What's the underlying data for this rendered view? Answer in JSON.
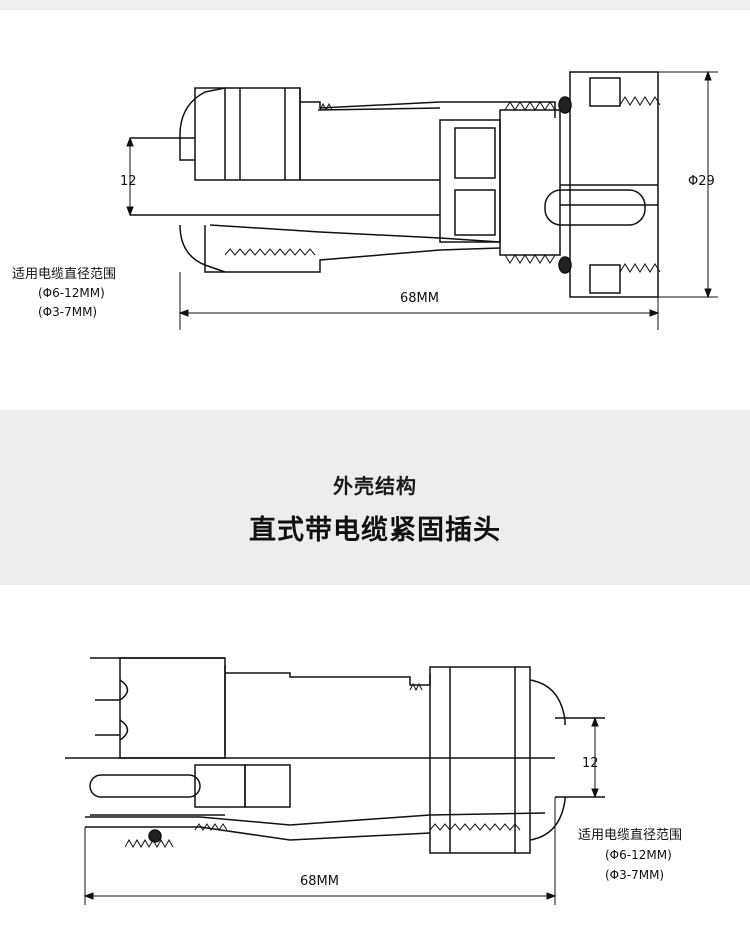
{
  "banner": {
    "subtitle": "外壳结构",
    "title": "直式带电缆紧固插头"
  },
  "top_drawing": {
    "cable_range_label": "适用电缆直径范围",
    "cable_range_1": "(Φ6-12MM)",
    "cable_range_2": "(Φ3-7MM)",
    "dim_cable": "12",
    "dim_length": "68MM",
    "dim_diameter": "Φ29"
  },
  "bottom_drawing": {
    "cable_range_label": "适用电缆直径范围",
    "cable_range_1": "(Φ6-12MM)",
    "cable_range_2": "(Φ3-7MM)",
    "dim_cable": "12",
    "dim_length": "68MM"
  }
}
